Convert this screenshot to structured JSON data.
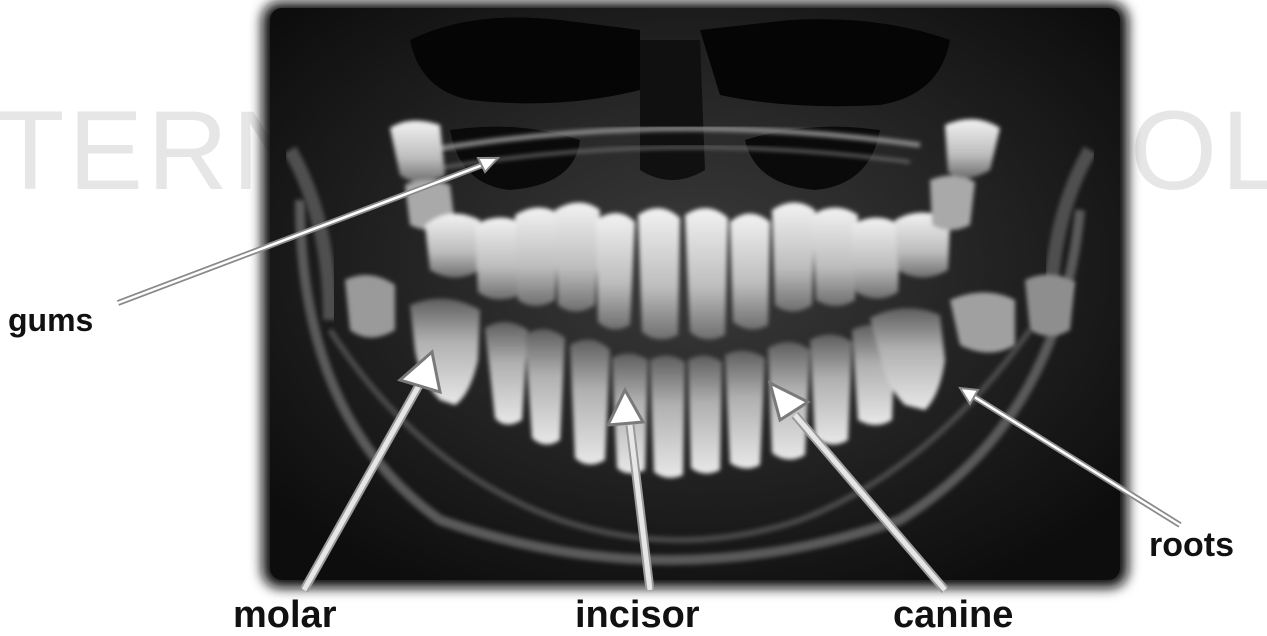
{
  "watermark": {
    "left": "TERN",
    "right": "OL",
    "note_hidden": ""
  },
  "labels": {
    "gums": "gums",
    "roots": "roots",
    "molar": "molar",
    "incisor": "incisor",
    "canine": "canine"
  },
  "colors": {
    "xray_background": "#1a1a1a",
    "tooth": "#d9d9d9",
    "arrow_fill": "#ffffff",
    "arrow_outline": "#8a8a8a",
    "text": "#111111",
    "watermark": "#e6e6e6"
  }
}
